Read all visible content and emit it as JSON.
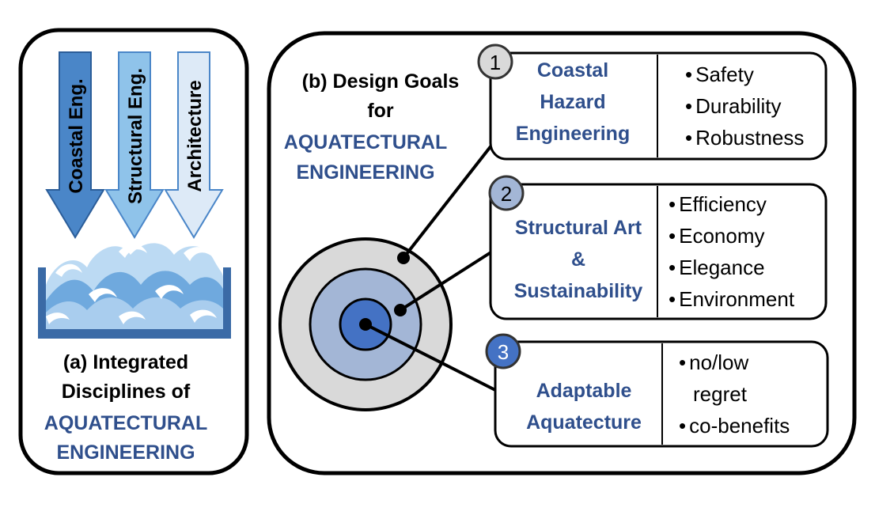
{
  "colors": {
    "title_blue": "#2f4f8c",
    "arrow_dark": "#4a86c8",
    "arrow_mid": "#8fc3ea",
    "arrow_light": "#ddeaf7",
    "ring_outer": "#d9d9d9",
    "ring_mid": "#a3b6d6",
    "ring_inner": "#4472c4",
    "badge_1": "#d9d9d9",
    "badge_2": "#a3b6d6",
    "badge_3": "#4472c4",
    "wave_base": "#3a6aa6"
  },
  "panel_a": {
    "arrows": [
      {
        "label": "Coastal Eng."
      },
      {
        "label": "Structural Eng."
      },
      {
        "label": "Architecture"
      }
    ],
    "caption_line1": "(a) Integrated",
    "caption_line2": "Disciplines of",
    "caption_line3": "AQUATECTURAL",
    "caption_line4": "ENGINEERING"
  },
  "panel_b": {
    "heading_line1": "(b) Design Goals",
    "heading_line2": "for",
    "heading_line3": "AQUATECTURAL",
    "heading_line4": "ENGINEERING",
    "goals": [
      {
        "number": "1",
        "title_lines": [
          "Coastal",
          "Hazard",
          "Engineering"
        ],
        "bullets": [
          "Safety",
          "Durability",
          "Robustness"
        ]
      },
      {
        "number": "2",
        "title_lines": [
          "Structural Art",
          "&",
          "Sustainability"
        ],
        "bullets": [
          "Efficiency",
          "Economy",
          "Elegance",
          "Environment"
        ]
      },
      {
        "number": "3",
        "title_lines": [
          "Adaptable",
          "Aquatecture"
        ],
        "bullets": [
          "no/low",
          "regret",
          "co-benefits"
        ]
      }
    ],
    "bullet_char": "•"
  }
}
